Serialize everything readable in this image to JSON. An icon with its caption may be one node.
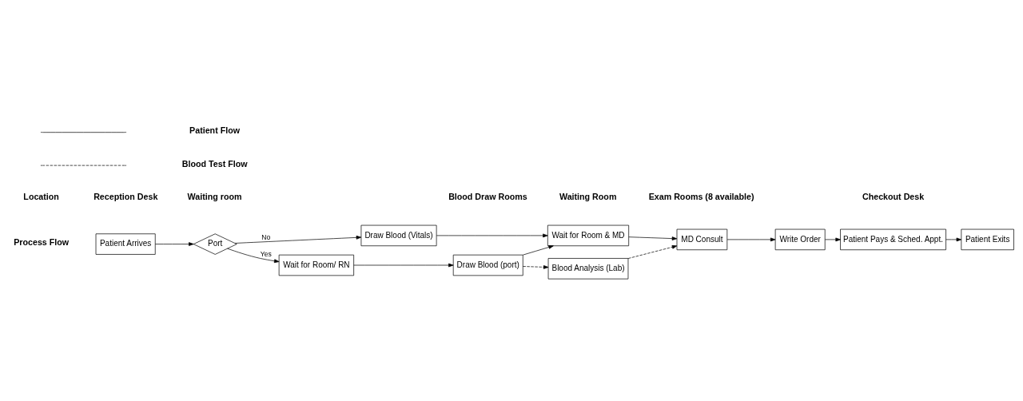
{
  "diagram": {
    "nodes": [
      {
        "text": [
          "Patient Arrives"
        ]
      },
      {
        "text": [
          "Port"
        ]
      },
      {
        "text": [
          "Draw Blood (Vitals)"
        ]
      },
      {
        "text": [
          "Wait for Room/ RN"
        ]
      },
      {
        "text": [
          "Draw Blood (port)"
        ]
      },
      {
        "text": [
          "Wait for Room & MD"
        ]
      },
      {
        "text": [
          "Blood Analysis (Lab)"
        ]
      },
      {
        "text": [
          "MD Consult"
        ]
      },
      {
        "text": [
          "Write Order"
        ]
      },
      {
        "text": [
          "Patient Pays & Sched. Appt."
        ]
      },
      {
        "text": [
          "Patient Exits"
        ]
      }
    ],
    "edges": [
      {
        "from": 0,
        "to": 1,
        "arrow": "to"
      },
      {
        "from": 1,
        "to": 2,
        "label": "No",
        "arrow": "to"
      },
      {
        "from": 1,
        "to": 3,
        "label": "Yes",
        "arrow": "to"
      },
      {
        "from": 3,
        "to": 4,
        "arrow": "to"
      },
      {
        "from": 2,
        "to": 5,
        "arrow": "to"
      },
      {
        "from": 4,
        "to": 5,
        "arrow": "to"
      },
      {
        "from": 4,
        "to": 6,
        "arrow": "to",
        "style": "dashed"
      },
      {
        "from": 6,
        "to": 7,
        "arrow": "to",
        "style": "dashed"
      },
      {
        "from": 5,
        "to": 7,
        "arrow": "to"
      },
      {
        "from": 7,
        "to": 8,
        "arrow": "to"
      },
      {
        "from": 8,
        "to": 9,
        "arrow": "to"
      },
      {
        "from": 9,
        "to": 10,
        "arrow": "to"
      }
    ],
    "labels": [
      "Location",
      "Reception Desk",
      "Waiting room",
      "Blood Draw Rooms",
      "Waiting Room",
      "Exam Rooms (8 available)",
      "Checkout Desk",
      "Process Flow"
    ],
    "legend": [
      {
        "text": "Patient Flow"
      },
      {
        "text": "Blood Test Flow"
      }
    ]
  }
}
